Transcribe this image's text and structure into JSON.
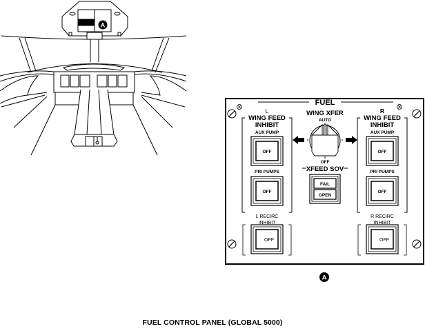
{
  "cockpit": {
    "callout_label": "A"
  },
  "panel": {
    "title": "FUEL",
    "left": {
      "side_label": "L",
      "group_title_line1": "WING FEED",
      "group_title_line2": "INHIBIT",
      "aux_pump_label": "AUX PUMP",
      "aux_pump_button": "OFF",
      "pri_pumps_label": "PRI PUMPS",
      "pri_pumps_button": "OFF",
      "recirc_line1": "L RECIRC",
      "recirc_line2": "INHIBIT",
      "recirc_button": "OFF"
    },
    "right": {
      "side_label": "R",
      "group_title_line1": "WING FEED",
      "group_title_line2": "INHIBIT",
      "aux_pump_label": "AUX PUMP",
      "aux_pump_button": "OFF",
      "pri_pumps_label": "PRI PUMPS",
      "pri_pumps_button": "OFF",
      "recirc_line1": "R RECIRC",
      "recirc_line2": "INHIBIT",
      "recirc_button": "OFF"
    },
    "center": {
      "wing_xfer_label": "WING XFER",
      "knob_auto": "AUTO",
      "knob_off": "OFF",
      "knob_position": "AUTO",
      "xfeed_label": "XFEED SOV",
      "xfeed_fail": "FAIL",
      "xfeed_open": "OPEN"
    },
    "callout_label": "A"
  },
  "caption": "FUEL CONTROL PANEL (GLOBAL 5000)"
}
